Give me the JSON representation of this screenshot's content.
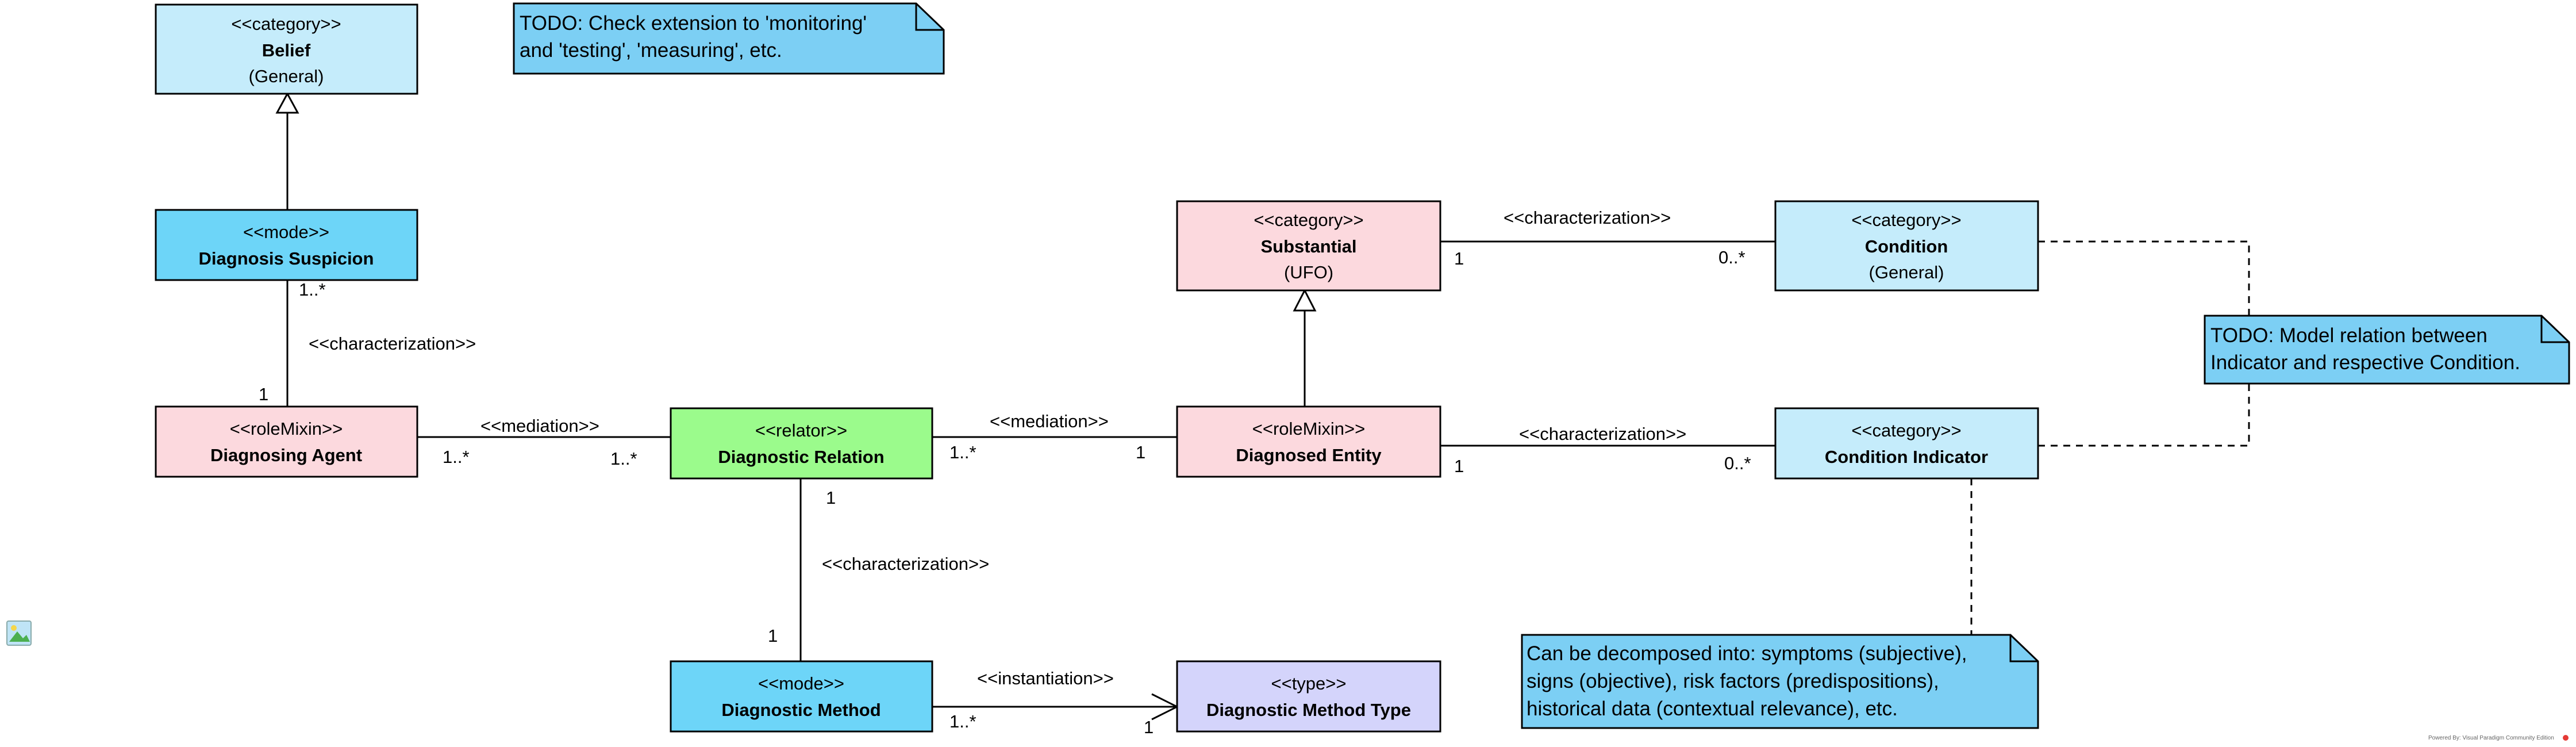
{
  "colors": {
    "category": "#c5ecfb",
    "mode": "#6dd5f8",
    "roleMixin": "#fcd9de",
    "relator": "#9bfb8c",
    "type": "#d4d4fb",
    "note": "#7ccff4",
    "border": "#000000"
  },
  "classes": {
    "belief": {
      "stereotype": "<<category>>",
      "name": "Belief",
      "sub": "(General)"
    },
    "diagnosis_suspicion": {
      "stereotype": "<<mode>>",
      "name": "Diagnosis Suspicion"
    },
    "diagnosing_agent": {
      "stereotype": "<<roleMixin>>",
      "name": "Diagnosing Agent"
    },
    "diagnostic_relation": {
      "stereotype": "<<relator>>",
      "name": "Diagnostic Relation"
    },
    "diagnostic_method": {
      "stereotype": "<<mode>>",
      "name": "Diagnostic Method"
    },
    "diagnostic_method_type": {
      "stereotype": "<<type>>",
      "name": "Diagnostic Method Type"
    },
    "substantial": {
      "stereotype": "<<category>>",
      "name": "Substantial",
      "sub": "(UFO)"
    },
    "diagnosed_entity": {
      "stereotype": "<<roleMixin>>",
      "name": "Diagnosed Entity"
    },
    "condition": {
      "stereotype": "<<category>>",
      "name": "Condition",
      "sub": "(General)"
    },
    "condition_indicator": {
      "stereotype": "<<category>>",
      "name": "Condition Indicator"
    }
  },
  "notes": {
    "todo_extension": [
      "TODO: Check extension to 'monitoring'",
      "and 'testing', 'measuring', etc."
    ],
    "todo_model_relation": [
      "TODO: Model relation between",
      "Indicator and respective Condition."
    ],
    "decomposition": [
      "Can be decomposed into: symptoms (subjective),",
      "signs (objective), risk factors (predispositions),",
      "historical data (contextual relevance), etc."
    ]
  },
  "associations": {
    "suspicion_agent": {
      "label": "<<characterization>>",
      "mult_top": "1..*",
      "mult_bottom": "1"
    },
    "agent_relation": {
      "label": "<<mediation>>",
      "mult_left": "1..*",
      "mult_right": "1..*"
    },
    "relation_entity": {
      "label": "<<mediation>>",
      "mult_left": "1..*",
      "mult_right": "1"
    },
    "relation_method": {
      "label": "<<characterization>>",
      "mult_top": "1",
      "mult_bottom": "1"
    },
    "method_type": {
      "label": "<<instantiation>>",
      "mult_left": "1..*",
      "mult_right": "1"
    },
    "substantial_condition": {
      "label": "<<characterization>>",
      "mult_left": "1",
      "mult_right": "0..*"
    },
    "entity_indicator": {
      "label": "<<characterization>>",
      "mult_left": "1",
      "mult_right": "0..*"
    }
  },
  "footer": "Powered By: Visual Paradigm Community Edition"
}
